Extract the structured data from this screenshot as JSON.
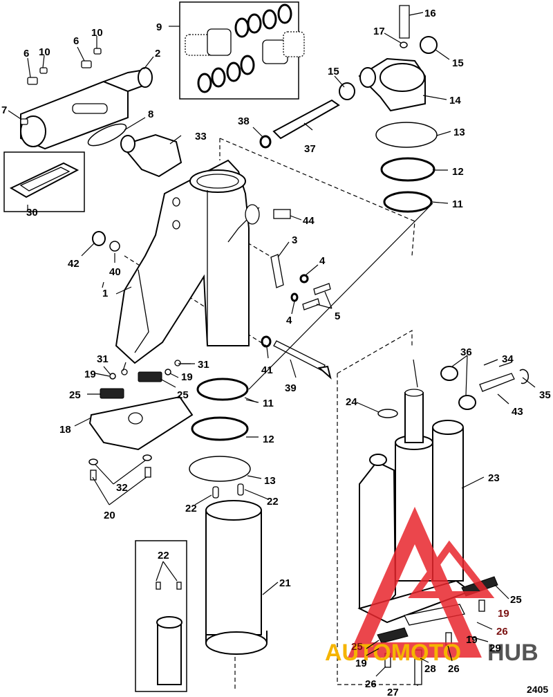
{
  "figure_number": "2405",
  "watermark": {
    "text_left": "AUTOMOTO",
    "text_right": "HUB",
    "color_left": "#f5b400",
    "color_right": "#555555",
    "triangle_color": "#e8262d"
  },
  "callouts": [
    {
      "id": "c1",
      "label": "1"
    },
    {
      "id": "c2",
      "label": "2"
    },
    {
      "id": "c3",
      "label": "3"
    },
    {
      "id": "c4a",
      "label": "4"
    },
    {
      "id": "c4b",
      "label": "4"
    },
    {
      "id": "c5",
      "label": "5"
    },
    {
      "id": "c6a",
      "label": "6"
    },
    {
      "id": "c6b",
      "label": "6"
    },
    {
      "id": "c7",
      "label": "7"
    },
    {
      "id": "c8",
      "label": "8"
    },
    {
      "id": "c9",
      "label": "9"
    },
    {
      "id": "c10a",
      "label": "10"
    },
    {
      "id": "c10b",
      "label": "10"
    },
    {
      "id": "c11a",
      "label": "11"
    },
    {
      "id": "c11b",
      "label": "11"
    },
    {
      "id": "c12a",
      "label": "12"
    },
    {
      "id": "c12b",
      "label": "12"
    },
    {
      "id": "c13a",
      "label": "13"
    },
    {
      "id": "c13b",
      "label": "13"
    },
    {
      "id": "c14",
      "label": "14"
    },
    {
      "id": "c15a",
      "label": "15"
    },
    {
      "id": "c15b",
      "label": "15"
    },
    {
      "id": "c16",
      "label": "16"
    },
    {
      "id": "c17",
      "label": "17"
    },
    {
      "id": "c18",
      "label": "18"
    },
    {
      "id": "c19a",
      "label": "19"
    },
    {
      "id": "c19b",
      "label": "19"
    },
    {
      "id": "c19c",
      "label": "19"
    },
    {
      "id": "c19d",
      "label": "19"
    },
    {
      "id": "c19e",
      "label": "19"
    },
    {
      "id": "c20",
      "label": "20"
    },
    {
      "id": "c21",
      "label": "21"
    },
    {
      "id": "c22a",
      "label": "22"
    },
    {
      "id": "c22b",
      "label": "22"
    },
    {
      "id": "c22c",
      "label": "22"
    },
    {
      "id": "c23",
      "label": "23"
    },
    {
      "id": "c24",
      "label": "24"
    },
    {
      "id": "c25a",
      "label": "25"
    },
    {
      "id": "c25b",
      "label": "25"
    },
    {
      "id": "c25c",
      "label": "25"
    },
    {
      "id": "c25d",
      "label": "25"
    },
    {
      "id": "c26a",
      "label": "26"
    },
    {
      "id": "c26b",
      "label": "26"
    },
    {
      "id": "c26c",
      "label": "26"
    },
    {
      "id": "c27",
      "label": "27"
    },
    {
      "id": "c28",
      "label": "28"
    },
    {
      "id": "c29",
      "label": "29"
    },
    {
      "id": "c30",
      "label": "30"
    },
    {
      "id": "c31a",
      "label": "31"
    },
    {
      "id": "c31b",
      "label": "31"
    },
    {
      "id": "c32",
      "label": "32"
    },
    {
      "id": "c33",
      "label": "33"
    },
    {
      "id": "c34",
      "label": "34"
    },
    {
      "id": "c35",
      "label": "35"
    },
    {
      "id": "c36",
      "label": "36"
    },
    {
      "id": "c37",
      "label": "37"
    },
    {
      "id": "c38",
      "label": "38"
    },
    {
      "id": "c39",
      "label": "39"
    },
    {
      "id": "c40",
      "label": "40"
    },
    {
      "id": "c41",
      "label": "41"
    },
    {
      "id": "c42",
      "label": "42"
    },
    {
      "id": "c43",
      "label": "43"
    },
    {
      "id": "c44",
      "label": "44"
    }
  ]
}
